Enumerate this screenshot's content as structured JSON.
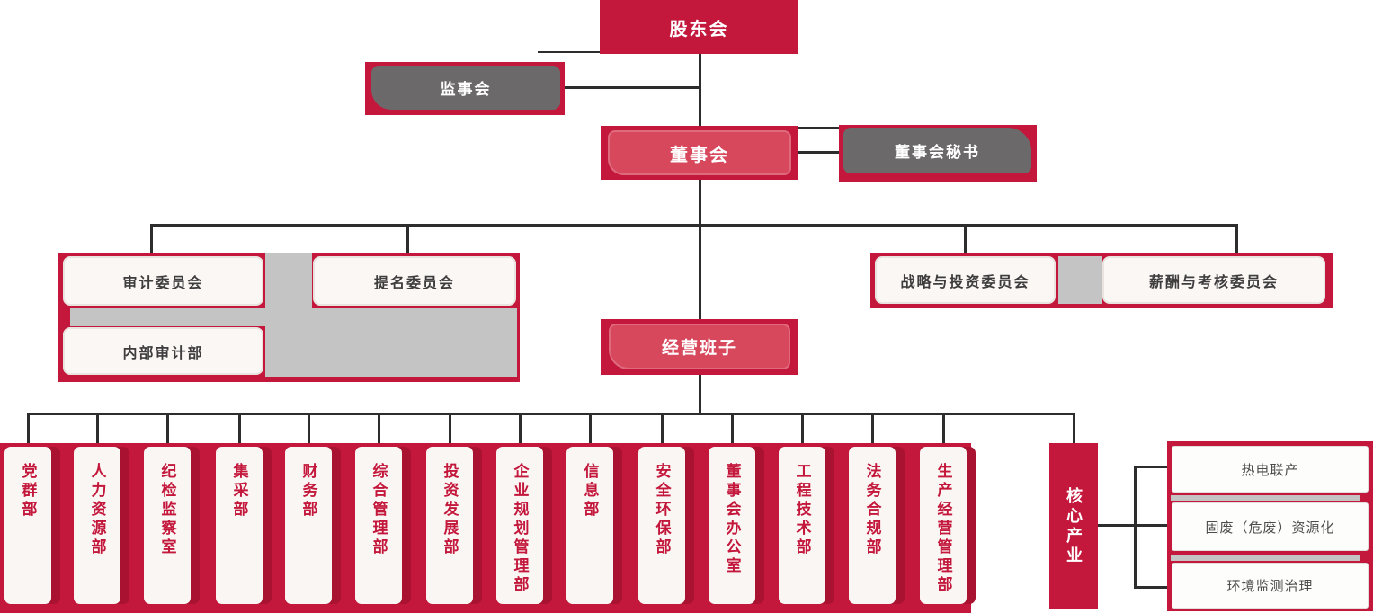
{
  "palette": {
    "primary_red": "#C3173C",
    "shadow_red": "#A91331",
    "light_red": "#D7485D",
    "dark_gray_box": "#6B696A",
    "light_gray_fill": "#C5C4C4",
    "card_background": "#FAF7F4",
    "connector_line": "#2E2D2D",
    "department_text": "#C3173C",
    "card_text": "#3E3C3D"
  },
  "nodes": {
    "shareholders": {
      "label": "股东会"
    },
    "supervisory_board": {
      "label": "监事会"
    },
    "board_of_directors": {
      "label": "董事会"
    },
    "board_secretary": {
      "label": "董事会秘书"
    },
    "audit_committee": {
      "label": "审计委员会"
    },
    "nomination_committee": {
      "label": "提名委员会"
    },
    "internal_audit_dept": {
      "label": "内部审计部"
    },
    "strategy_investment_committee": {
      "label": "战略与投资委员会"
    },
    "compensation_assessment_committee": {
      "label": "薪酬与考核委员会"
    },
    "management_team": {
      "label": "经营班子"
    },
    "core_industry": {
      "label": "核心产业"
    }
  },
  "departments": [
    "党群部",
    "人力资源部",
    "纪检监察室",
    "集采部",
    "财务部",
    "综合管理部",
    "投资发展部",
    "企业规划管理部",
    "信息部",
    "安全环保部",
    "董事会办公室",
    "工程技术部",
    "法务合规部",
    "生产经营管理部"
  ],
  "core_business_units": [
    "热电联产",
    "固废（危废）资源化",
    "环境监测治理"
  ]
}
